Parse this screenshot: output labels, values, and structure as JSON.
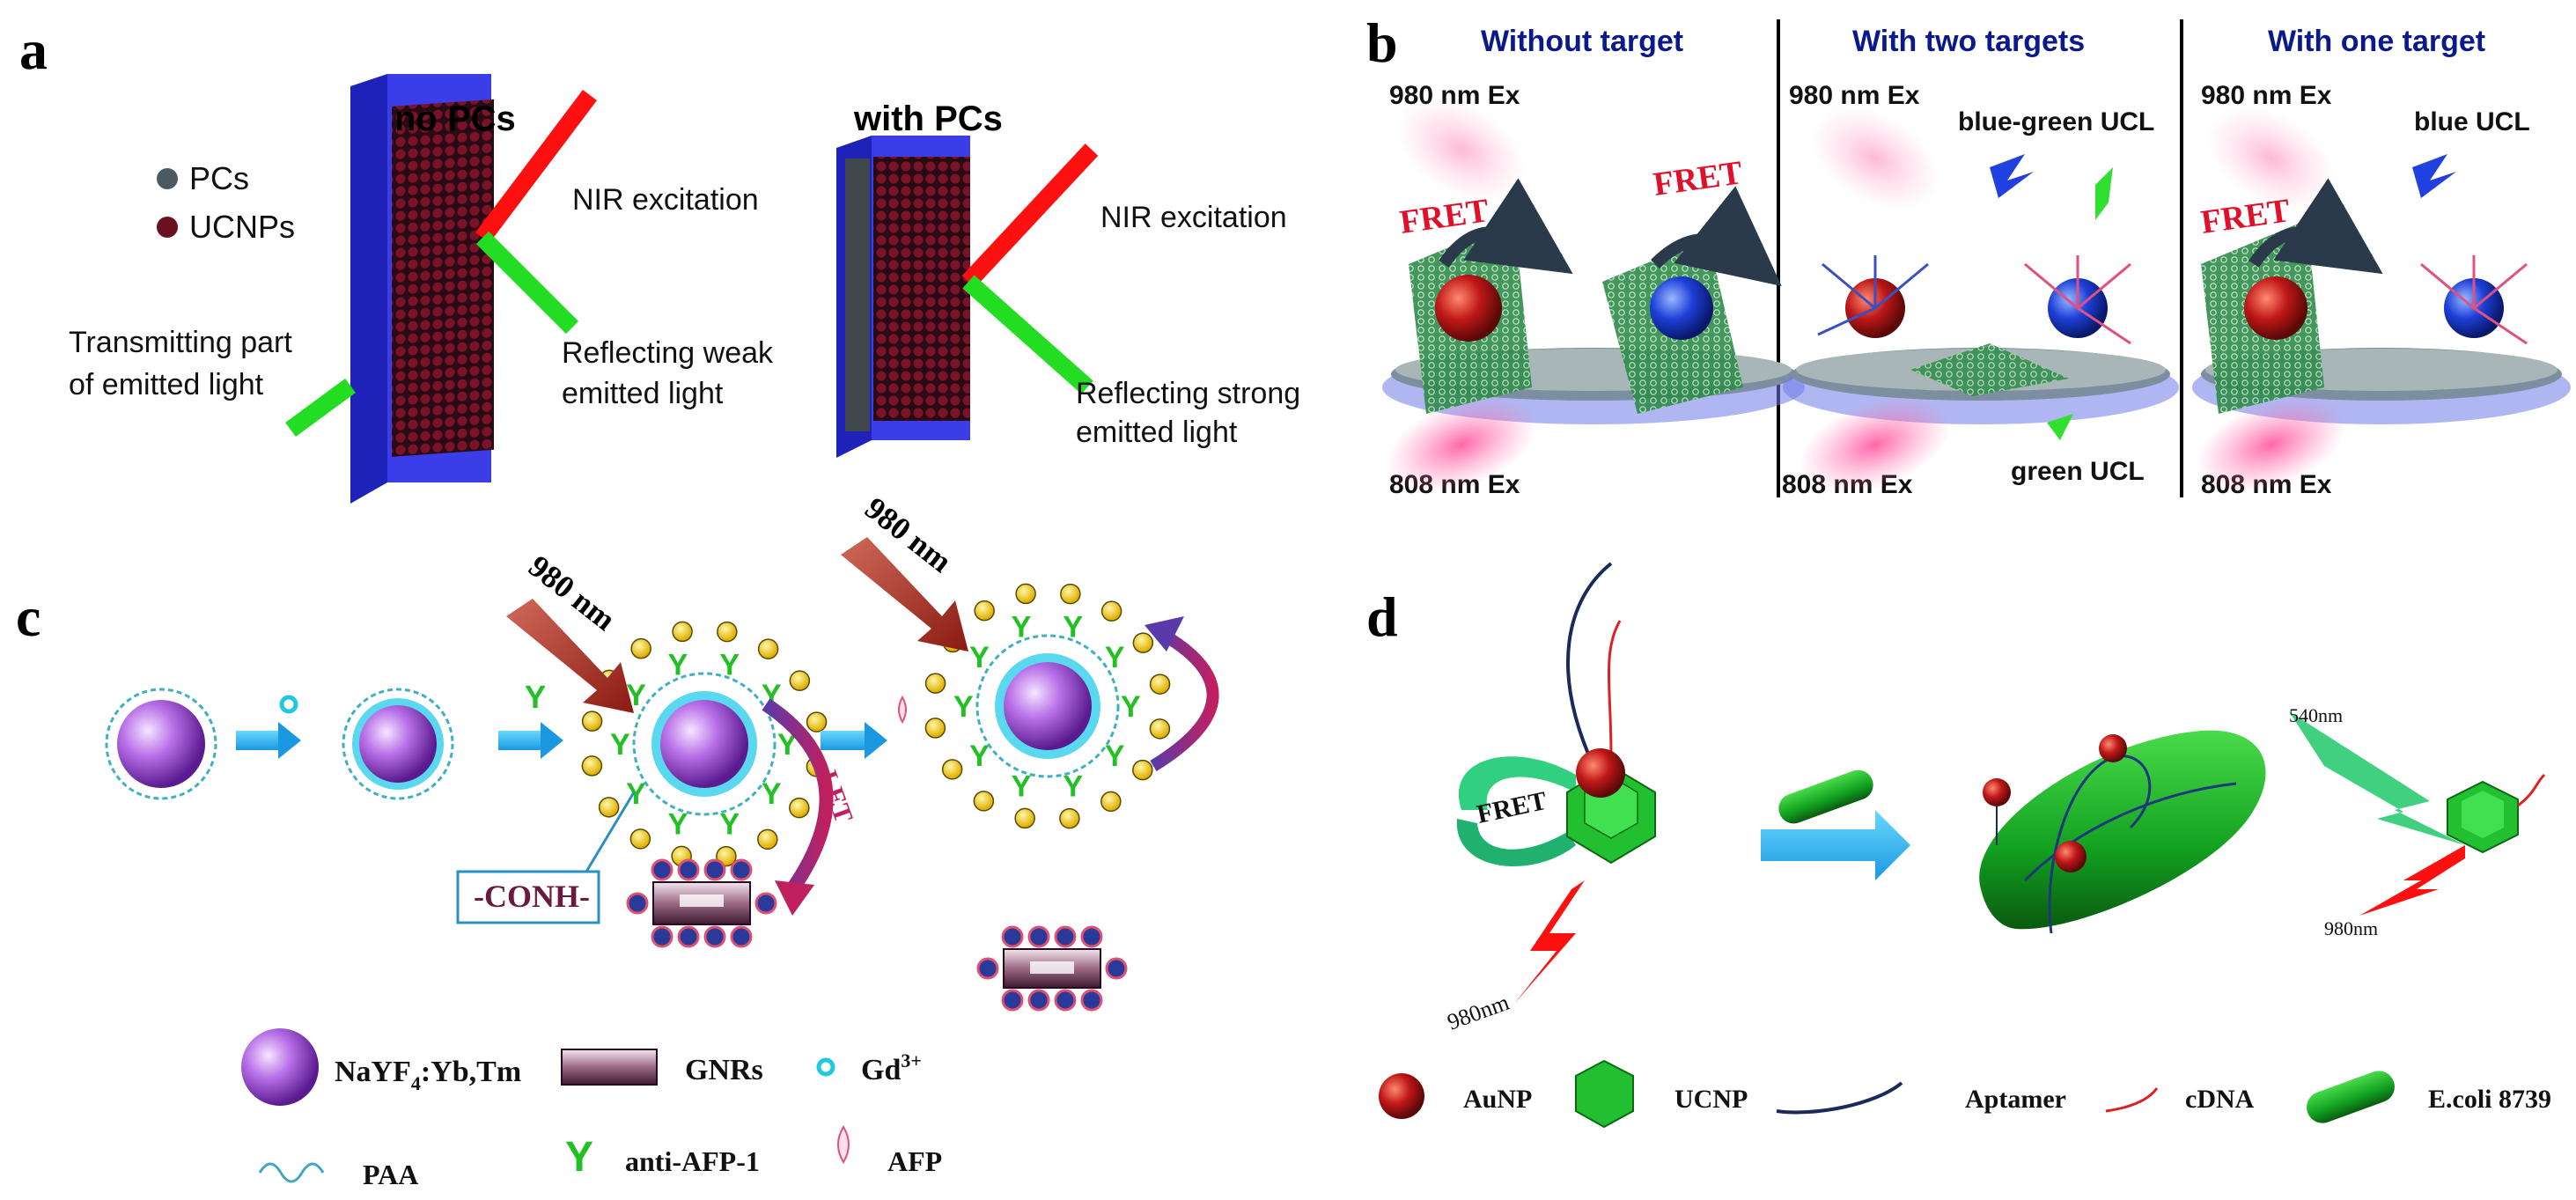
{
  "panels": {
    "a": {
      "letter": "a",
      "title_left": "no PCs",
      "title_right": "with PCs",
      "legend": [
        "PCs",
        "UCNPs"
      ],
      "nir_left": "NIR excitation",
      "nir_right": "NIR excitation",
      "transmit": [
        "Transmitting part",
        "of emitted light"
      ],
      "weak": [
        "Reflecting weak",
        "emitted light"
      ],
      "strong": [
        "Reflecting strong",
        "emitted light"
      ]
    },
    "b": {
      "letter": "b",
      "headers": [
        "Without target",
        "With two targets",
        "With one target"
      ],
      "ex980": "980 nm Ex",
      "ex808": "808 nm Ex",
      "fret": "FRET",
      "blue_green": "blue-green UCL",
      "green": "green  UCL",
      "blue": "blue UCL"
    },
    "c": {
      "letter": "c",
      "nm980": "980 nm",
      "conh": "-CONH-",
      "let": "LET",
      "legend": {
        "nayf": "NaYF",
        "nayf_sub": "4",
        "nayf_rest": ":Yb,Tm",
        "gnrs": "GNRs",
        "gd": "Gd",
        "gd_sup": "3+",
        "paa": "PAA",
        "anti": "anti-AFP-1",
        "afp": "AFP"
      }
    },
    "d": {
      "letter": "d",
      "fret": "FRET",
      "nm980_left": "980nm",
      "nm540": "540nm",
      "nm980_right": "980nm",
      "legend": [
        "AuNP",
        "UCNP",
        "Aptamer",
        "cDNA",
        "E.coli 8739"
      ]
    }
  },
  "colors": {
    "panel_blue": "#3a3de8",
    "ucnp_dot": "#6a1020",
    "nir_red": "#ff1010",
    "emit_green": "#22dd22",
    "header_navy": "#0a1a8c",
    "fret_red": "#e0102a",
    "purple": "#9b3fd0",
    "cyan": "#20c8e0",
    "arrow_blue": "#2aa6e8",
    "ucnp_green": "#22c030",
    "aunp_red": "#e01010"
  }
}
